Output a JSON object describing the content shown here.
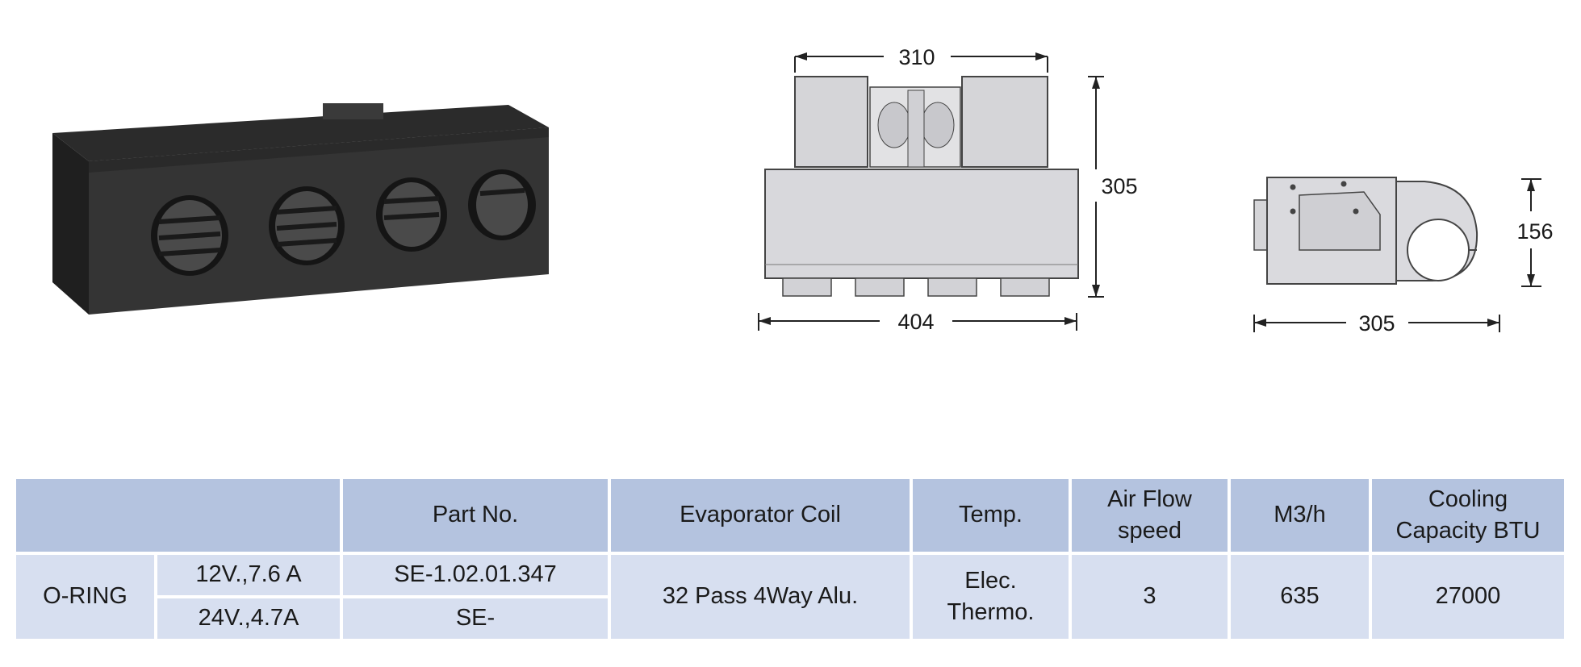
{
  "drawing": {
    "front_width_top": "310",
    "front_height": "305",
    "front_width_bottom": "404",
    "side_height": "156",
    "side_width": "305"
  },
  "table": {
    "headers": {
      "part_no": "Part No.",
      "evaporator": "Evaporator Coil",
      "temp": "Temp.",
      "airflow_line1": "Air Flow",
      "airflow_line2": "speed",
      "m3h": "M3/h",
      "cooling_line1": "Cooling",
      "cooling_line2": "Capacity BTU"
    },
    "row": {
      "type": "O-RING",
      "voltage_1": "12V.,7.6 A",
      "voltage_2": "24V.,4.7A",
      "part_1": "SE-1.02.01.347",
      "part_2": "SE-",
      "evaporator": "32 Pass 4Way Alu.",
      "temp_line1": "Elec.",
      "temp_line2": "Thermo.",
      "airflow": "3",
      "m3h": "635",
      "cooling": "27000"
    }
  }
}
